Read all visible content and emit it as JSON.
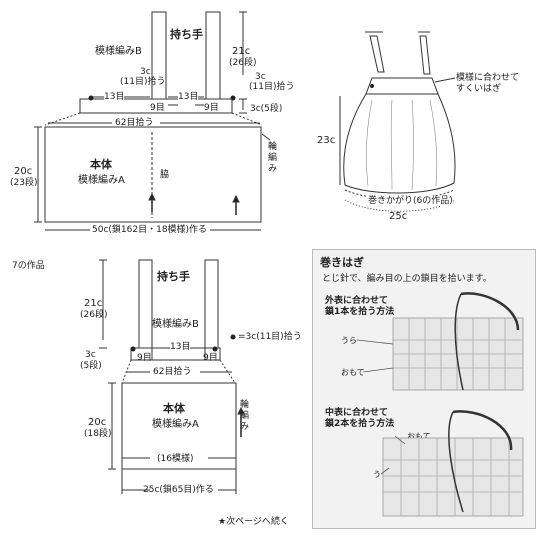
{
  "diagram_top": {
    "strap_label": "持ち手",
    "strap_pattern": "模様編みB",
    "strap_height": "21c",
    "strap_rows": "(26段)",
    "pickup_left_a": "3c",
    "pickup_left_b": "(11目)拾う",
    "pickup_right_a": "3c",
    "pickup_right_b": "(11目)拾う",
    "stitches_13_left": "13目",
    "stitches_13_right": "13目",
    "stitches_9_left": "9目",
    "stitches_9_right": "9目",
    "side_band": "3c(5段)",
    "pickup_62": "62目拾う",
    "body_label": "本体",
    "body_pattern": "模様編みA",
    "side_label": "脇",
    "body_height": "20c",
    "body_rows": "(23段)",
    "ring_label": "輪編み",
    "bottom": "50c(鎖162目・18模様)作る"
  },
  "illustration": {
    "note_a": "模様に合わせて",
    "note_b": "すくいはぎ",
    "height": "23c",
    "width": "25c",
    "hem_note": "巻きかがり(6の作品)"
  },
  "diagram_bottom": {
    "title": "7の作品",
    "strap_label": "持ち手",
    "strap_height": "21c",
    "strap_rows": "(26段)",
    "strap_pattern": "模様編みB",
    "pickup_note": "=3c(11目)拾う",
    "side_a": "3c",
    "side_b": "(5段)",
    "stitches_13": "13目",
    "stitches_9_left": "9目",
    "stitches_9_right": "9目",
    "pickup_62": "62目拾う",
    "body_label": "本体",
    "body_pattern": "模様編みA",
    "body_height": "20c",
    "body_rows": "(18段)",
    "ring_label": "輪編み",
    "repeat": "(16模様)",
    "bottom": "25c(鎖65目)作る"
  },
  "panel": {
    "title": "巻きはぎ",
    "desc": "とじ針で、編み目の上の鎖目を拾います。",
    "sec1_a": "外表に合わせて",
    "sec1_b": "鎖1本を拾う方法",
    "ura_1": "うら",
    "omote_1": "おもて",
    "sec2_a": "中表に合わせて",
    "sec2_b": "鎖2本を拾う方法",
    "omote_2": "おもて",
    "ura_2": "うら"
  },
  "footer": "★次ページへ続く"
}
